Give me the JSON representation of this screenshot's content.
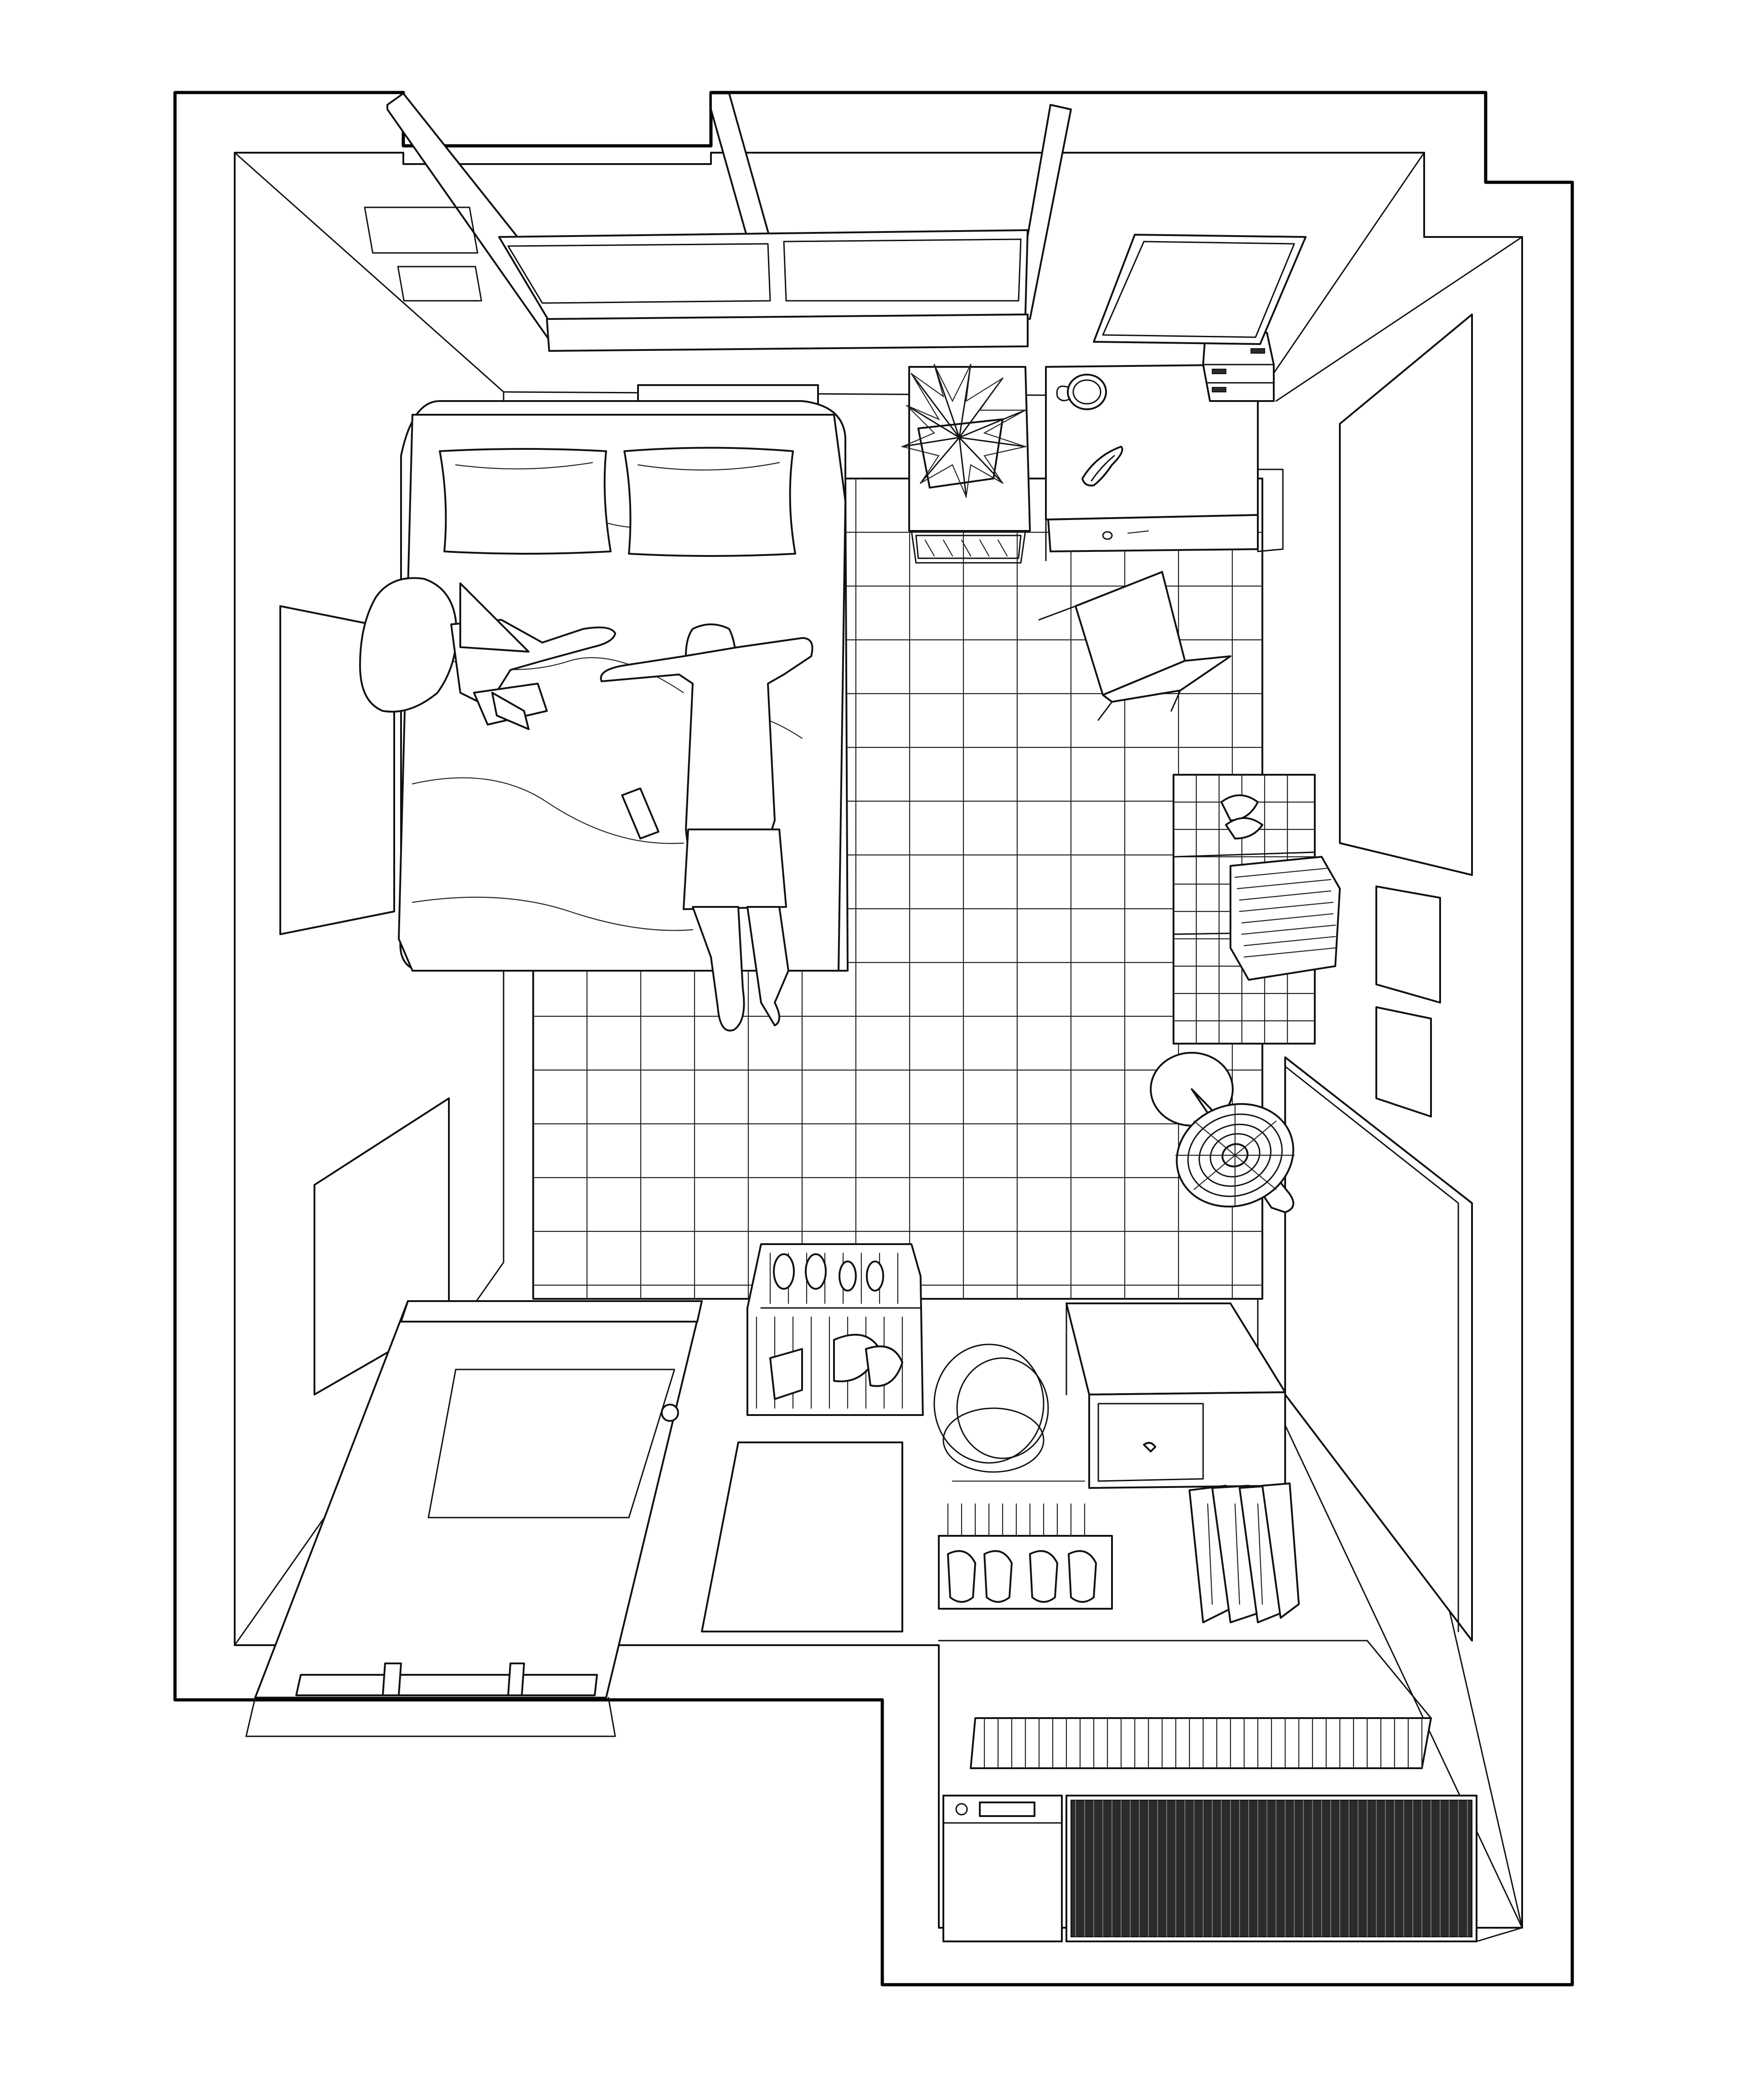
{
  "drawing": {
    "kind": "isometric-room-line-drawing",
    "stroke_color": "#111111",
    "background": "#ffffff",
    "fixtures": [
      "window",
      "wall-vent",
      "bed",
      "pillows",
      "person-sitting",
      "person-lying",
      "smartphone",
      "nightstand",
      "potted-plant",
      "desk",
      "mug",
      "glasses",
      "desk-drawers",
      "chair",
      "wire-shelf",
      "books",
      "standing-fan",
      "wall-panels",
      "picture-frames",
      "shoe-rack",
      "tiled-floor",
      "entry-door",
      "door-mats",
      "storage-drawer-unit",
      "wall-cabinet",
      "tripod-stand",
      "slippers",
      "folders",
      "washing-machine",
      "radiator"
    ]
  }
}
